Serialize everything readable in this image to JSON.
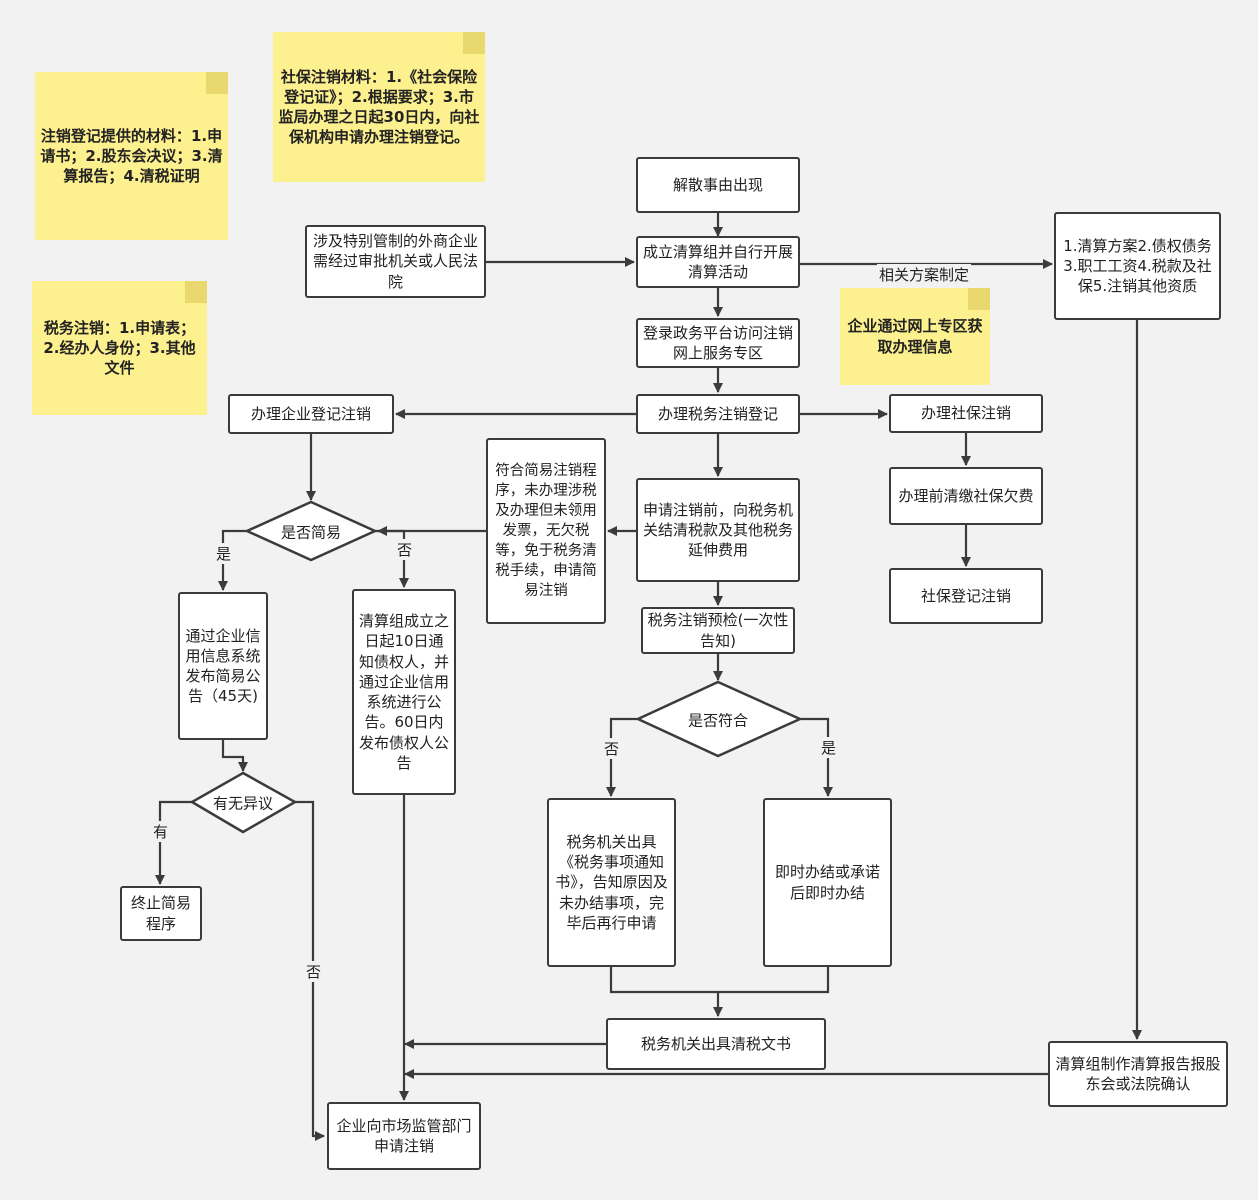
{
  "notes": {
    "social_security_materials": [
      "社保注销材料：",
      "1.《社会保险登记证》；",
      "2.根据要求；",
      "3.市监局办理之日起30日",
      "内，向社保机构申请办理",
      "注销登记。"
    ],
    "deregistration_materials": [
      "注销登记提供的材料：",
      "1.申请书；",
      "2.股东会决议；",
      "3.清算报告；",
      "4.清税证明"
    ],
    "tax_deregistration": [
      "税务注销：",
      "1.申请表；",
      "2.经办人身份；",
      "3.其他文件"
    ],
    "online_zone": [
      "企业通过网上专",
      "区获取办理信息"
    ]
  },
  "boxes": {
    "dissolution": [
      "解散事由出现"
    ],
    "special_control": [
      "涉及特别管制的外商",
      "企业需经过审批机关",
      "或人民法院"
    ],
    "liquidation_group": [
      "成立清算组并自行",
      "开展清算活动"
    ],
    "plan_items": [
      "1.清算方案",
      "2.债权债务",
      "3.职工工资",
      "4.税款及社保",
      "5.注销其他资质"
    ],
    "login_platform": [
      "登录政务平台访问",
      "注销网上服务专区"
    ],
    "enterprise_deregistration": [
      "办理企业登记注销"
    ],
    "tax_deregistration_reg": [
      "办理税务注销登记"
    ],
    "social_security_dereg": [
      "办理社保注销"
    ],
    "simple_criteria": [
      "符合简易注",
      "销程序，未",
      "办理涉税及",
      "办理但未领",
      "用发票，无",
      "欠税等，免",
      "于税务清税",
      "手续，申请",
      "简易注销"
    ],
    "settle_tax": [
      "申请注销前，向税",
      "务机关结清税款及",
      "其他税务延伸费用"
    ],
    "pay_social_arrears": [
      "办理前清缴社保",
      "欠费"
    ],
    "social_dereg_done": [
      "社保登记注销"
    ],
    "tax_precheck": [
      "税务注销预检",
      "(一次性告知)"
    ],
    "publish_simple_notice": [
      "通过企",
      "业信用",
      "信息系",
      "统发布",
      "简易公",
      "告（45",
      "天)"
    ],
    "creditor_notice": [
      "清算组成",
      "立之日起",
      "10日通知",
      "债权人，",
      "并通过企",
      "业信用系",
      "统进行公",
      "告。60日",
      "内发布债",
      "权人公告"
    ],
    "tax_notice_doc": [
      "税务机关出具",
      "《税务事项通",
      "知书》，告知",
      "原因及未办结",
      "事项，完毕后",
      "再行申请"
    ],
    "immediate": [
      "即时办结或承",
      "诺后即时办结"
    ],
    "terminate_simple": [
      "终止简",
      "易程序"
    ],
    "tax_clearance": [
      "税务机关出具清税文书"
    ],
    "liquidation_report": [
      "清算组制作清算报告",
      "报股东会或法院确认"
    ],
    "apply_market": [
      "企业向市场监管",
      "部门申请注销"
    ]
  },
  "diamonds": {
    "is_simple": "是否简易",
    "compliant": "是否符合",
    "objection": "有无异议"
  },
  "edge_labels": {
    "plan_made": "相关方案制定",
    "yes_simple": "是",
    "no_simple": "否",
    "no_compliant": "否",
    "yes_compliant": "是",
    "has_objection": "有",
    "no_objection": "否"
  }
}
